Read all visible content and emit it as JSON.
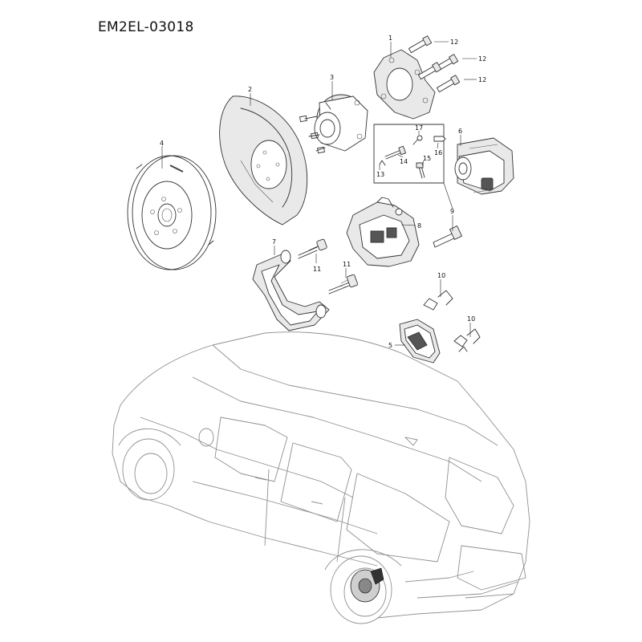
{
  "diagram_id": "EM2EL-03018",
  "callouts": [
    {
      "id": "c1",
      "label": "1"
    },
    {
      "id": "c2",
      "label": "2"
    },
    {
      "id": "c3",
      "label": "3"
    },
    {
      "id": "c4",
      "label": "4"
    },
    {
      "id": "c5",
      "label": "5"
    },
    {
      "id": "c6",
      "label": "6"
    },
    {
      "id": "c7",
      "label": "7"
    },
    {
      "id": "c8",
      "label": "8"
    },
    {
      "id": "c9",
      "label": "9"
    },
    {
      "id": "c10a",
      "label": "10"
    },
    {
      "id": "c10b",
      "label": "10"
    },
    {
      "id": "c11a",
      "label": "11"
    },
    {
      "id": "c11b",
      "label": "11"
    },
    {
      "id": "c12a",
      "label": "12"
    },
    {
      "id": "c12b",
      "label": "12"
    },
    {
      "id": "c12c",
      "label": "12"
    },
    {
      "id": "c13",
      "label": "13"
    },
    {
      "id": "c14",
      "label": "14"
    },
    {
      "id": "c15",
      "label": "15"
    },
    {
      "id": "c16",
      "label": "16"
    },
    {
      "id": "c17",
      "label": "17"
    }
  ]
}
